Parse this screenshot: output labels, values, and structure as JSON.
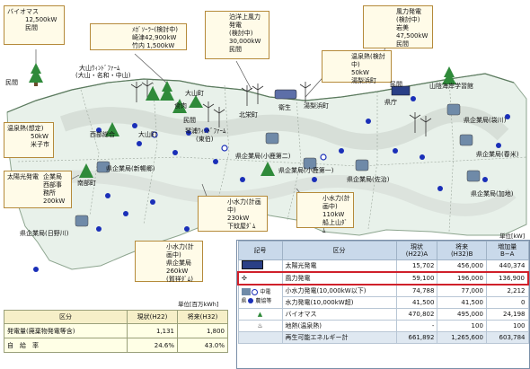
{
  "callouts": {
    "biomass": {
      "title": "バイオマス",
      "line1": "12,500kW",
      "line2": "民間"
    },
    "solar1": {
      "title": "ﾒｶﾞｿｰﾗｰ(検討中)",
      "line1": "崎津42,900kW",
      "line2": "竹内 1,500kW"
    },
    "offshore": {
      "title": "泊洋上風力発電",
      "line1": "(検討中)",
      "line2": "30,000kW",
      "line3": "民間"
    },
    "wind": {
      "title": "風力発電(検討中)",
      "line1": "岩美",
      "line2": "47,500kW",
      "line3": "民間"
    },
    "onsen1": {
      "title": "温泉熱(検討中)",
      "line1": "50kW",
      "line2": "湯梨浜町"
    },
    "onsen2": {
      "title": "温泉熱(想定)",
      "line1": "50kW",
      "line2": "米子市"
    },
    "solar2": {
      "title": "太陽光発電",
      "line1": "企業局",
      "line2": "西部事",
      "line3": "務所",
      "line4": "200kW"
    },
    "hydro1": {
      "title": "小水力(計画中)",
      "line1": "230kW",
      "line2": "下蚊屋ﾀﾞﾑ"
    },
    "hydro2": {
      "title": "小水力(計画中)",
      "line1": "110kW",
      "line2": "船上山ﾀﾞﾑ"
    },
    "hydro3": {
      "title": "小水力(計画中)",
      "line1": "県企業局",
      "line2": "260kW",
      "line3": "(賀祥ﾀﾞﾑ)"
    }
  },
  "labels": {
    "minkan1": "民間",
    "daisen_wind": "大山ｳｨﾝﾄﾞﾌｧｰﾑ",
    "daisen_wind2": "(大山・名和・中山)",
    "daisen_cho1": "大山町",
    "shokuhin": "食肉",
    "minkan2": "民間",
    "hokuei": "北栄町",
    "minkan3": "民間",
    "yurihama": "湯梨浜町",
    "kotoura": "琴浦ｳｨﾝﾄﾞﾌｧｰﾑ",
    "tohaku": "(東伯)",
    "seibu": "西部総合",
    "daisen_cho2": "大山町",
    "nanbu": "南部町",
    "sanin": "山陰海岸学習館",
    "kencho": "県庁",
    "iwami": "県企業局(袋川)",
    "shinmai": "県企業局(新暢郷)",
    "ogamo": "県企業局(小鹿第二)",
    "ogamo1": "県企業局(小鹿第一)",
    "saji": "県企業局(佐治)",
    "haruyone": "県企業局(春米)",
    "kachi": "県企業局(加地)",
    "hino": "県企業局(日野川)",
    "bus": "衛生"
  },
  "legend": {
    "unit": "単位[kW]",
    "headers": {
      "kigo": "記号",
      "kubun": "区分",
      "genjo": "現状",
      "genjo2": "(H22)A",
      "shorai": "将来",
      "shorai2": "(H32)B",
      "zoka": "増加量",
      "zoka2": "B−A"
    },
    "chuden": "中電",
    "ken": "県",
    "nokyo": "農協等",
    "rows": [
      {
        "name": "太陽光発電",
        "a": "15,702",
        "b": "456,000",
        "c": "440,374"
      },
      {
        "name": "風力発電",
        "a": "59,100",
        "b": "196,000",
        "c": "136,900"
      },
      {
        "name": "小水力発電(10,000kW以下)",
        "a": "74,788",
        "b": "77,000",
        "c": "2,212"
      },
      {
        "name": "水力発電(10,000kW超)",
        "a": "41,500",
        "b": "41,500",
        "c": "0"
      },
      {
        "name": "バイオマス",
        "a": "470,802",
        "b": "495,000",
        "c": "24,198"
      },
      {
        "name": "地熱(温泉熱)",
        "a": "-",
        "b": "100",
        "c": "100"
      },
      {
        "name": "再生可能エネルギー計",
        "a": "661,892",
        "b": "1,265,600",
        "c": "603,784"
      }
    ]
  },
  "ptable": {
    "unit": "単位[百万kWh]",
    "headers": {
      "kubun": "区分",
      "genjo": "現状(H22)",
      "shorai": "将来(H32)"
    },
    "rows": [
      {
        "name": "発電量(廃棄物発電等含)",
        "a": "1,131",
        "b": "1,800"
      },
      {
        "name": "自　給　率",
        "a": "24.6%",
        "b": "43.0%"
      }
    ]
  },
  "colors": {
    "blue_dot": "#1a2fb8",
    "highlight": "#d0202a",
    "tree": "#2f8a3a"
  }
}
